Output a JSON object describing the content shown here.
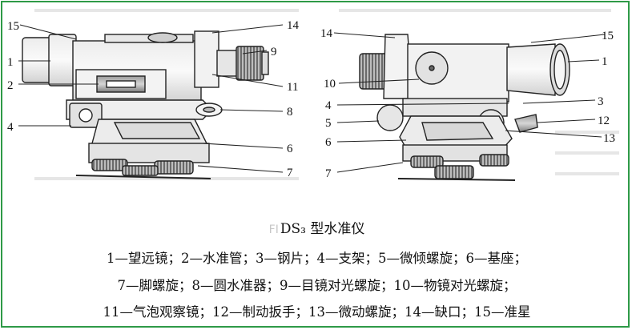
{
  "figure": {
    "ghost_prefix": "FI",
    "title": "DS₃ 型水准仪",
    "legend_lines": [
      "1—望远镜；2—水准管；3—钢片；4—支架；5—微倾螺旋；6—基座；",
      "7—脚螺旋；8—圆水准器；9—目镜对光螺旋；10—物镜对光螺旋；",
      "11—气泡观察镜；12—制动扳手；13—微动螺旋；14—缺口；15—准星"
    ]
  },
  "left_view_labels": [
    "15",
    "1",
    "2",
    "4",
    "14",
    "9",
    "11",
    "8",
    "6",
    "7"
  ],
  "right_view_labels": [
    "14",
    "10",
    "4",
    "5",
    "6",
    "7",
    "15",
    "1",
    "3",
    "12",
    "13"
  ],
  "colors": {
    "border": "#2e9a47",
    "line": "#222222"
  }
}
